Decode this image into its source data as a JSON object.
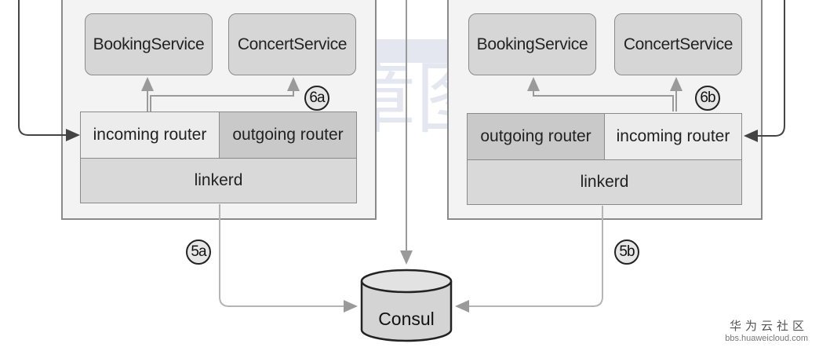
{
  "left_host": {
    "service_a": "BookingService",
    "service_b": "ConcertService",
    "incoming_router": "incoming router",
    "outgoing_router": "outgoing router",
    "proxy": "linkerd"
  },
  "right_host": {
    "service_a": "BookingService",
    "service_b": "ConcertService",
    "outgoing_router": "outgoing router",
    "incoming_router": "incoming router",
    "proxy": "linkerd"
  },
  "badges": {
    "step_5a": "5a",
    "step_6a": "6a",
    "step_5b": "5b",
    "step_6b": "6b"
  },
  "registry": {
    "label": "Consul"
  },
  "footer": {
    "site_cn": "华为云社区",
    "url": "bbs.huaweicloud.com"
  },
  "watermark": {
    "text": "华章图书"
  },
  "colors": {
    "host_bg": "#f3f3f3",
    "service_bg": "#d6d6d6",
    "router_light": "#ececec",
    "router_dark": "#c9c9c9",
    "linkerd_bg": "#d9d9d9",
    "line_dark": "#444444",
    "line_light": "#aaaaaa"
  }
}
